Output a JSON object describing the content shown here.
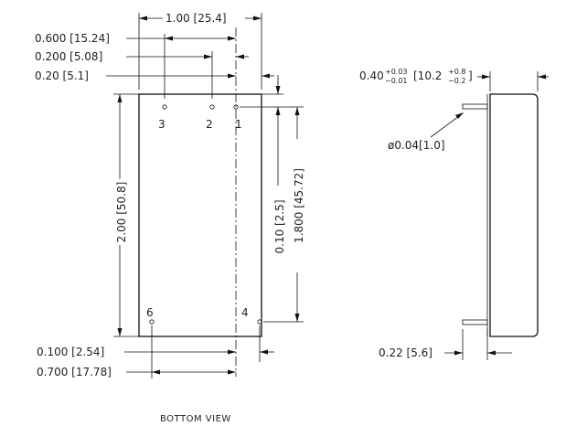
{
  "bottom_view": {
    "dimensions": {
      "width_top": "1.00 [25.4]",
      "pin_spacing_600": "0.600 [15.24]",
      "pin_spacing_200": "0.200 [5.08]",
      "edge_offset_20": "0.20 [5.1]",
      "height_total": "2.00 [50.8]",
      "pin_row_offset": "0.10 [2.5]",
      "pin_row_spacing": "1.800 [45.72]",
      "bottom_offset_100": "0.100 [2.54]",
      "bottom_span_700": "0.700 [17.78]"
    },
    "pins": {
      "p1": "1",
      "p2": "2",
      "p3": "3",
      "p4": "4",
      "p6": "6"
    },
    "caption": "BOTTOM VIEW"
  },
  "side_view": {
    "thickness": {
      "base": "0.40",
      "tol_plus": "+0.03",
      "tol_minus": "−0.01",
      "metric_base": "[10.2",
      "metric_plus": "+0.8",
      "metric_minus": "−0.2",
      "metric_close": "]"
    },
    "pin_diameter": "ø0.04[1.0]",
    "pin_length": "0.22 [5.6]"
  }
}
